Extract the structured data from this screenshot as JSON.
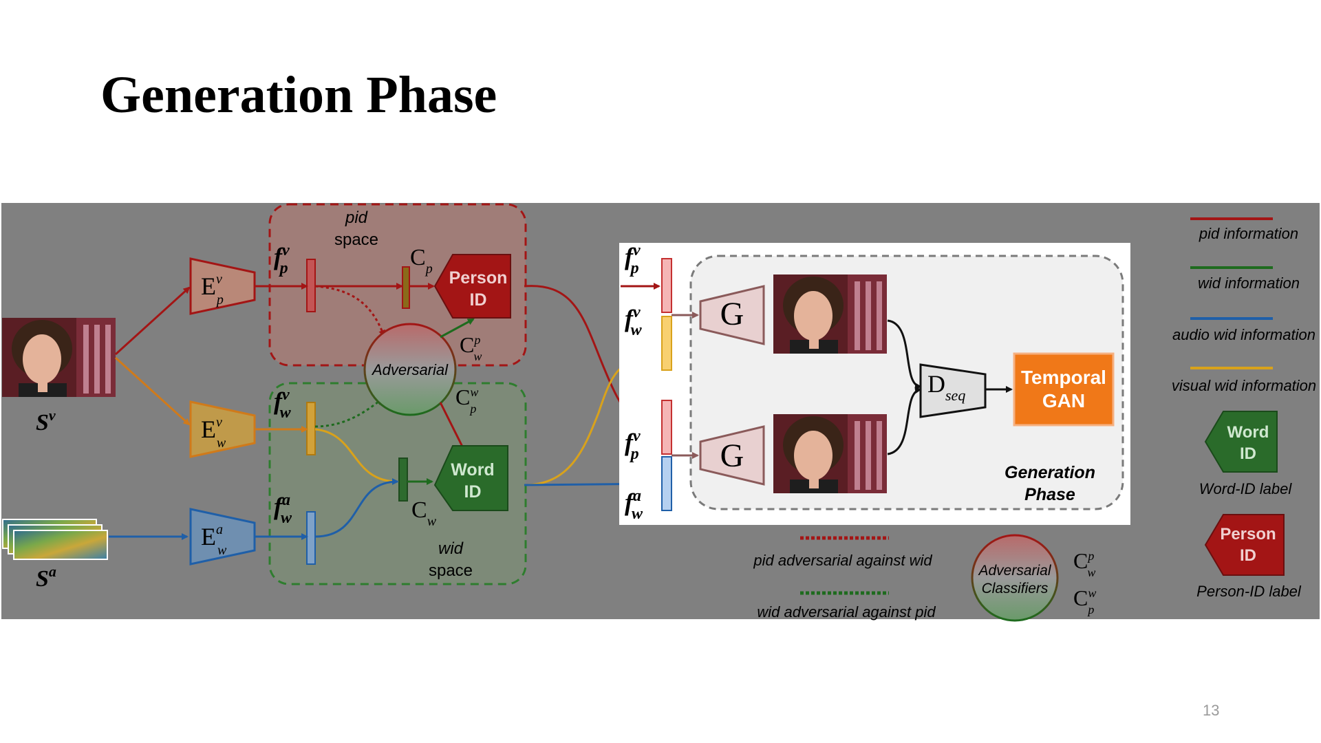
{
  "slide": {
    "title": "Generation Phase",
    "page_number": "13"
  },
  "inputs": {
    "visual_label": "S",
    "visual_sup": "v",
    "audio_label": "S",
    "audio_sup": "a"
  },
  "encoders": {
    "ep": {
      "main": "E",
      "sup": "v",
      "sub": "p"
    },
    "ewv": {
      "main": "E",
      "sup": "v",
      "sub": "w"
    },
    "ewa": {
      "main": "E",
      "sup": "a",
      "sub": "w"
    }
  },
  "features": {
    "fpv": {
      "main": "f",
      "sup": "v",
      "sub": "p"
    },
    "fwv": {
      "main": "f",
      "sup": "v",
      "sub": "w"
    },
    "fwa": {
      "main": "f",
      "sup": "a",
      "sub": "w"
    }
  },
  "spaces": {
    "pid": {
      "line1": "pid",
      "line2": "space"
    },
    "wid": {
      "line1": "wid",
      "line2": "space"
    }
  },
  "classifiers": {
    "cp": {
      "main": "C",
      "sub": "p"
    },
    "cw": {
      "main": "C",
      "sub": "w"
    },
    "cwp": {
      "main": "C",
      "sup": "p",
      "sub": "w"
    },
    "cpw": {
      "main": "C",
      "sup": "w",
      "sub": "p"
    }
  },
  "boxes": {
    "person_id": {
      "line1": "Person",
      "line2": "ID"
    },
    "word_id": {
      "line1": "Word",
      "line2": "ID"
    }
  },
  "adversarial_label": "Adversarial",
  "generation": {
    "g_label": "G",
    "d_main": "D",
    "d_sub": "seq",
    "temporal_gan": {
      "line1": "Temporal",
      "line2": "GAN"
    },
    "phase_label": {
      "line1": "Generation",
      "line2": "Phase"
    }
  },
  "legend": {
    "pid_info": "pid information",
    "wid_info": "wid information",
    "audio_wid_info": "audio wid information",
    "visual_wid_info": "visual wid information",
    "word_id_box": {
      "line1": "Word",
      "line2": "ID"
    },
    "word_id_label": "Word-ID label",
    "person_id_box": {
      "line1": "Person",
      "line2": "ID"
    },
    "person_id_label": "Person-ID label",
    "pid_adv": "pid adversarial against wid",
    "wid_adv": "wid adversarial against pid",
    "adv_classifiers": {
      "line1": "Adversarial",
      "line2": "Classifiers"
    }
  },
  "colors": {
    "pid": "#a31515",
    "wid": "#1e6b1e",
    "audio": "#1f5fa8",
    "visual": "#d9a21b",
    "panel": "#808080",
    "temporal_gan": "#f07818"
  }
}
